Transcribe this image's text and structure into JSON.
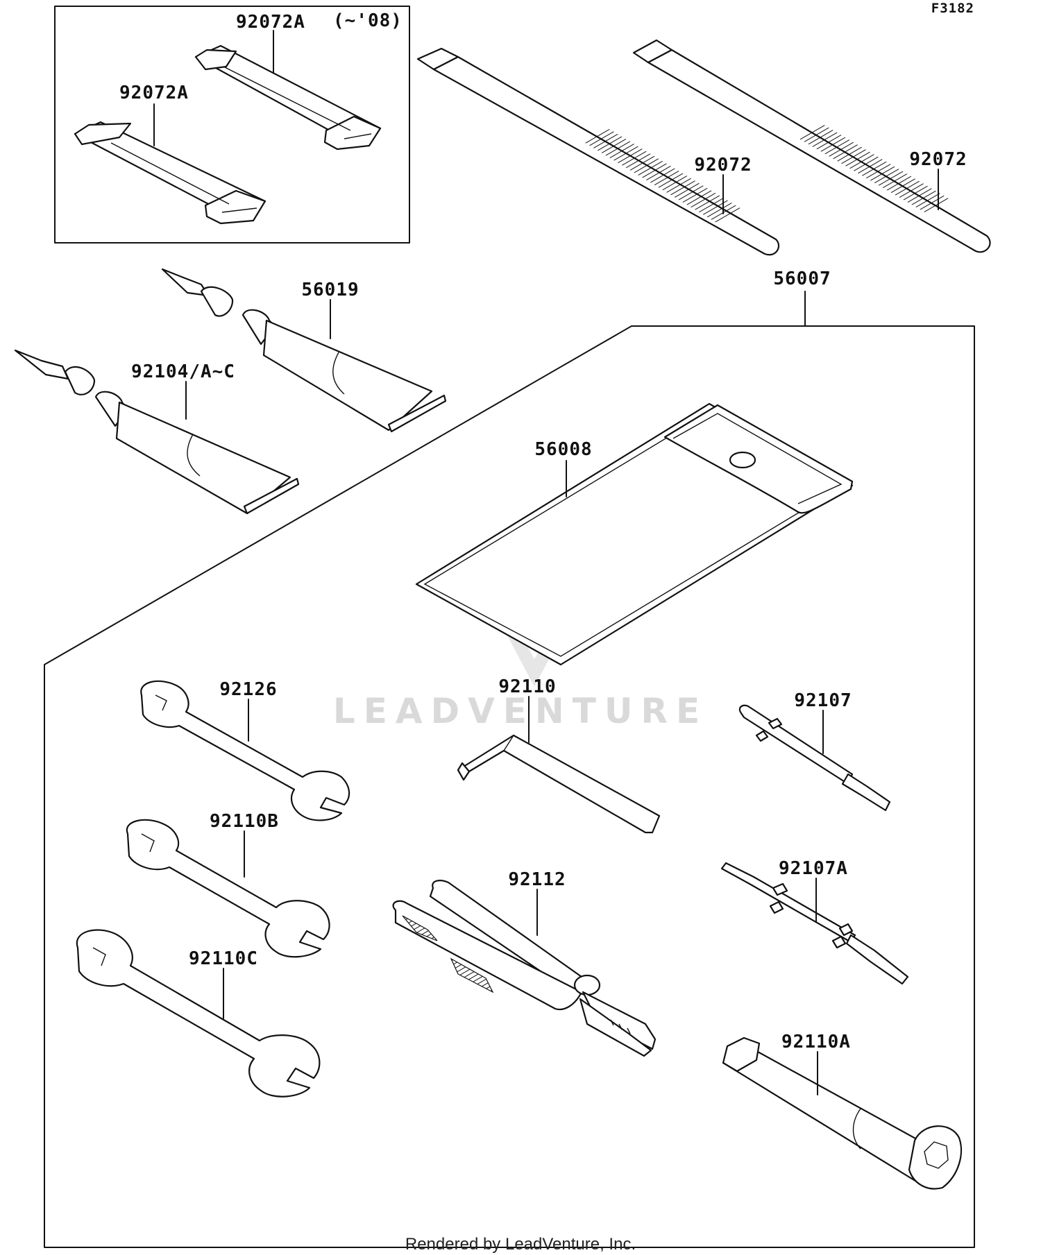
{
  "figure_id": "F3182",
  "watermark": "LEADVENTURE",
  "footer_credit": "Rendered by LeadVenture, Inc.",
  "callouts": {
    "strap_group_note": "(~'08)",
    "strap_top": "92072A",
    "strap_bottom": "92072A",
    "tie_left": "92072",
    "tie_right": "92072",
    "tube_upper": "56019",
    "tube_lower": "92104/A~C",
    "tool_kit": "56007",
    "tool_case": "56008",
    "wrench_1": "92126",
    "wrench_2": "92110B",
    "wrench_3": "92110C",
    "hex_key": "92110",
    "pliers": "92112",
    "screwdriver_bit": "92107",
    "screwdriver_double": "92107A",
    "spark_plug_wrench": "92110A"
  },
  "colors": {
    "line": "#111111",
    "watermark": "#d9d9d9"
  }
}
